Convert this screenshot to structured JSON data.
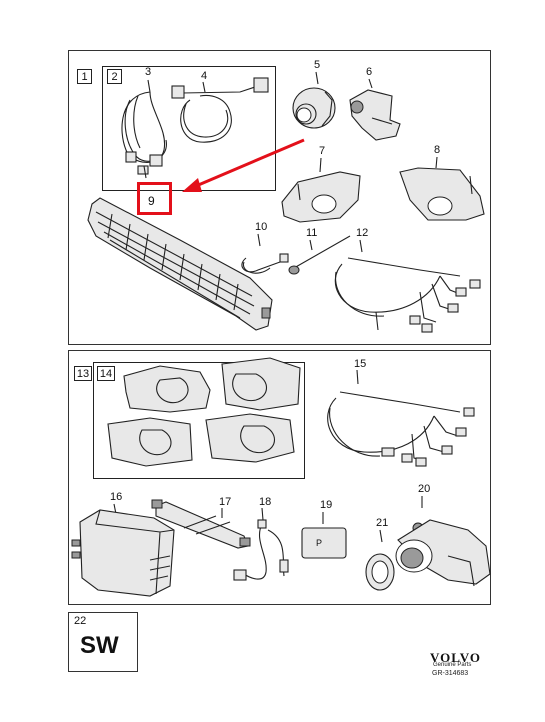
{
  "panel_top": {
    "box_1": "1",
    "box_2": "2",
    "callouts": {
      "c3": "3",
      "c4": "4",
      "c5": "5",
      "c6": "6",
      "c7": "7",
      "c8": "8",
      "c9": "9",
      "c10": "10",
      "c11": "11",
      "c12": "12"
    },
    "highlight_label": "9",
    "highlight_color": "#e3101a"
  },
  "panel_middle": {
    "box_13": "13",
    "box_14": "14",
    "callouts": {
      "c15": "15",
      "c16": "16",
      "c17": "17",
      "c18": "18",
      "c19": "19",
      "c20": "20",
      "c21": "21"
    },
    "label_19_text": "P"
  },
  "footer": {
    "item_number": "22",
    "sw_label": "SW",
    "brand": "VOLVO",
    "genuine": "Genuine Parts",
    "ref": "GR-314683"
  },
  "icons": [
    "pdc-sensor-icon",
    "harness-icon",
    "grille-icon",
    "bracket-icon",
    "control-module-icon"
  ]
}
